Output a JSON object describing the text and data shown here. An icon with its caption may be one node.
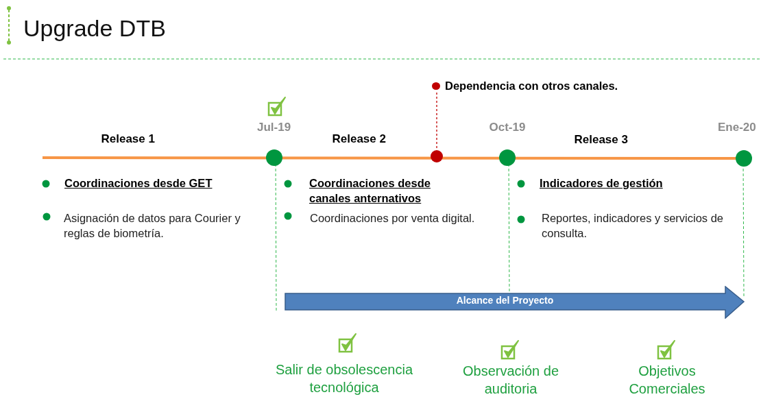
{
  "diagram": {
    "title": "Upgrade DTB",
    "nodes": [
      {
        "text": [
          "Dependencia con otros canales."
        ]
      },
      {
        "text": [],
        "shape": "circle"
      },
      {
        "text": [
          "Alcance del Proyecto"
        ]
      }
    ],
    "edges": [
      {
        "from": 0,
        "to": 1,
        "arrow": "none",
        "style": "dashed",
        "color": "#c00000"
      }
    ],
    "labels": [
      "Jul-19",
      "Oct-19",
      "Ene-20",
      "Release 1",
      "Release 2",
      "Release 3",
      "Coordinaciones desde GET",
      "Coordinaciones desde canales anternativos",
      "Indicadores de gestión",
      "Asignación de datos para Courier y reglas de biometría.",
      "Coordinaciones por venta digital.",
      "Reportes, indicadores y servicios de consulta.",
      "Salir de obsolescencia tecnológica",
      "Observación de auditoria",
      "Objetivos Comerciales"
    ]
  }
}
